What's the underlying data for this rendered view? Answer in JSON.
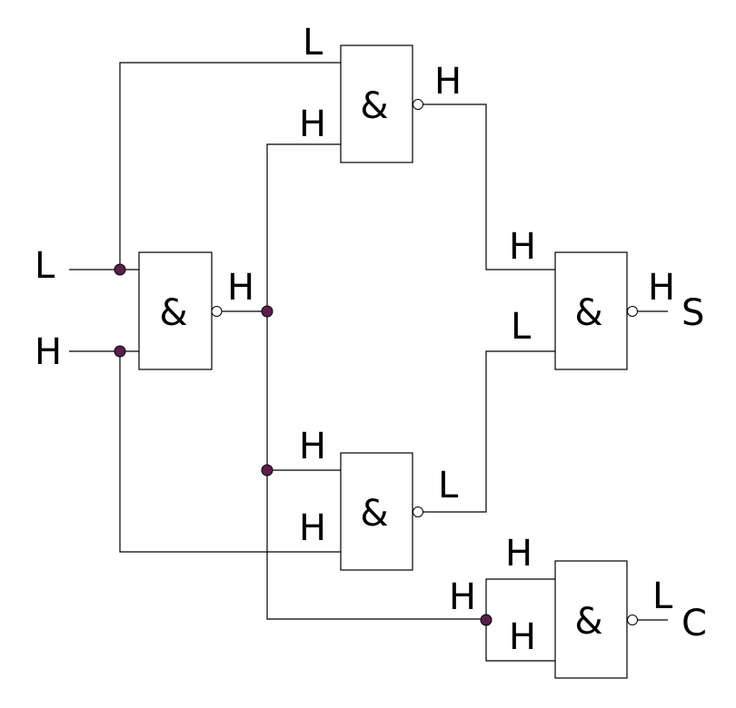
{
  "diagram": {
    "junction_color": "#5a1f4a",
    "gate_symbol": "&",
    "inputs": {
      "input_a": "L",
      "input_b": "H"
    },
    "gates": {
      "g1": {
        "symbol": "&",
        "output": "H"
      },
      "g2": {
        "symbol": "&",
        "in_top": "L",
        "in_bottom": "H",
        "output": "H"
      },
      "g3": {
        "symbol": "&",
        "in_top": "H",
        "in_bottom": "H",
        "output": "L"
      },
      "g4": {
        "symbol": "&",
        "in_top": "H",
        "in_bottom": "L",
        "output": "H"
      },
      "g5": {
        "symbol": "&",
        "in_left": "H",
        "in_top": "H",
        "in_bottom": "H",
        "output": "L"
      }
    },
    "outputs": {
      "sum": "S",
      "carry": "C"
    }
  }
}
